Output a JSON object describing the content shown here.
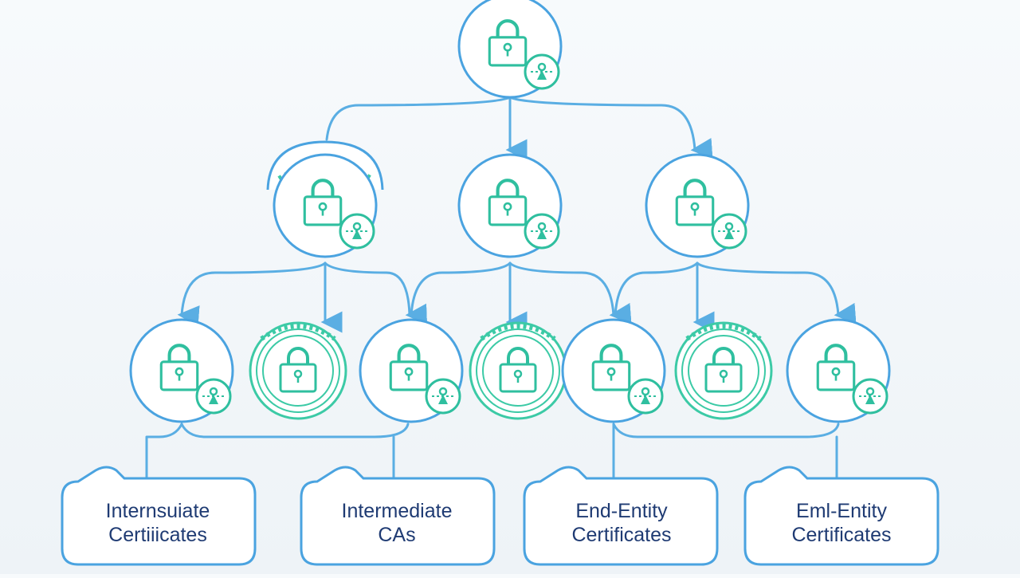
{
  "colors": {
    "line": "#5aaee3",
    "node_stroke": "#4aa3e0",
    "lock": "#2fbf9f",
    "ring": "#3ccaa6",
    "text": "#1f3b73"
  },
  "nodes": [
    {
      "id": "root",
      "kind": "ca",
      "icon": "padlock-icon",
      "badge": "key-badge-icon"
    },
    {
      "id": "l2-left",
      "kind": "ca-seal",
      "icon": "padlock-icon",
      "badge": "key-badge-icon"
    },
    {
      "id": "l2-mid",
      "kind": "ca",
      "icon": "padlock-icon",
      "badge": "key-badge-icon"
    },
    {
      "id": "l2-right",
      "kind": "ca",
      "icon": "padlock-icon",
      "badge": "key-badge-icon"
    },
    {
      "id": "l3-1",
      "kind": "ca",
      "icon": "padlock-icon",
      "badge": "key-badge-icon"
    },
    {
      "id": "l3-2",
      "kind": "seal",
      "icon": "padlock-icon"
    },
    {
      "id": "l3-3",
      "kind": "ca",
      "icon": "padlock-icon",
      "badge": "key-badge-icon"
    },
    {
      "id": "l3-4",
      "kind": "seal",
      "icon": "padlock-icon"
    },
    {
      "id": "l3-5",
      "kind": "ca",
      "icon": "padlock-icon",
      "badge": "key-badge-icon"
    },
    {
      "id": "l3-6",
      "kind": "seal",
      "icon": "padlock-icon"
    },
    {
      "id": "l3-7",
      "kind": "ca",
      "icon": "padlock-icon",
      "badge": "key-badge-icon"
    }
  ],
  "folders": [
    {
      "id": "f1",
      "line1": "Internsuiate",
      "line2": "Certiiicates"
    },
    {
      "id": "f2",
      "line1": "Intermediate",
      "line2": "CAs"
    },
    {
      "id": "f3",
      "line1": "End-Entity",
      "line2": "Certificates"
    },
    {
      "id": "f4",
      "line1": "Eml-Entity",
      "line2": "Certificates"
    }
  ]
}
